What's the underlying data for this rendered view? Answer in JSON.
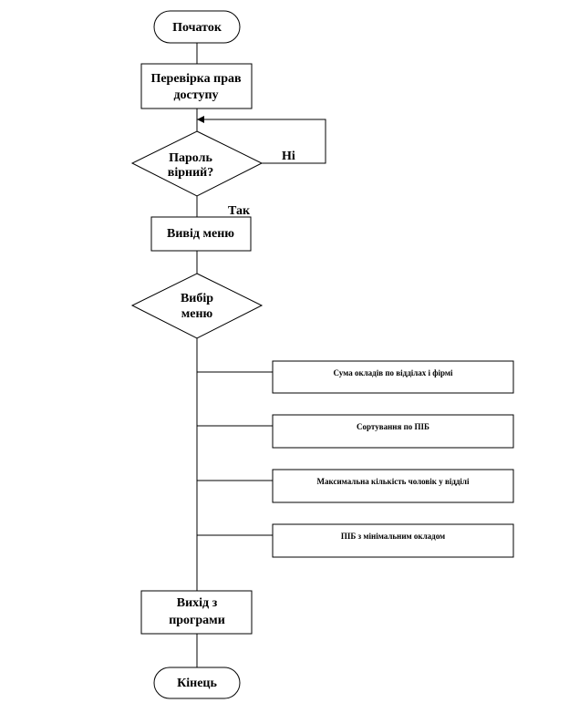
{
  "flowchart": {
    "start": "Початок",
    "check_access": [
      "Перевірка прав",
      "доступу"
    ],
    "decision_password": [
      "Пароль",
      "вірний?"
    ],
    "no_label": "Ні",
    "yes_label": "Так",
    "menu_output": "Вивід меню",
    "decision_menu": [
      "Вибір",
      "меню"
    ],
    "option_1": "Сума окладів по відділах і фірмі",
    "option_2": "Сортування по ПІБ",
    "option_3": "Максимальна кількість чоловік у відділі",
    "option_4": "ПІБ з мінімальним окладом",
    "exit_program": [
      "Вихід з",
      "програми"
    ],
    "end": "Кінець"
  }
}
